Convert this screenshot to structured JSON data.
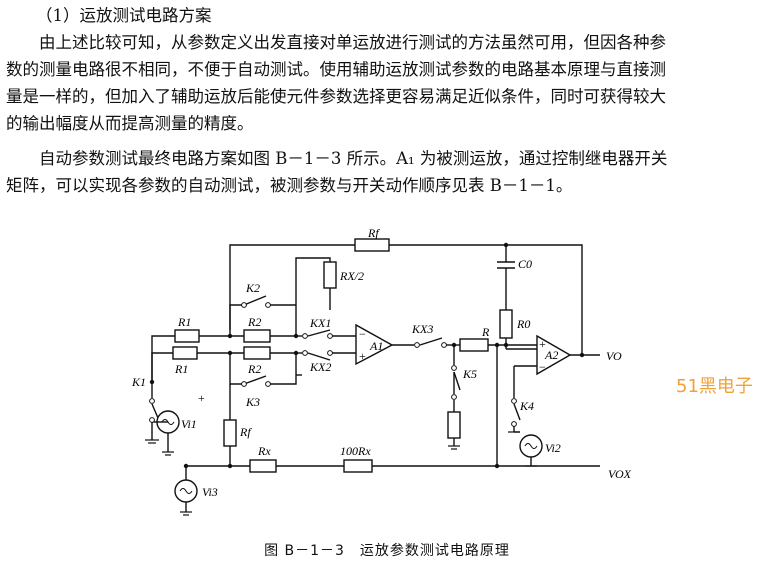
{
  "section_heading": "（1）运放测试电路方案",
  "paragraph1_lines": [
    "　　由上述比较可知，从参数定义出发直接对单运放进行测试的方法虽然可用，但因各种参",
    "数的测量电路很不相同，不便于自动测试。使用辅助运放测试参数的电路基本原理与直接测",
    "量是一样的，但加入了辅助运放后能使元件参数选择更容易满足近似条件，同时可获得较大",
    "的输出幅度从而提高测量的精度。"
  ],
  "paragraph2_lines": [
    "　　自动参数测试最终电路方案如图 B－1－3 所示。A₁ 为被测运放，通过控制继电器开关",
    "矩阵，可以实现各参数的自动测试，被测参数与开关动作顺序见表 B－1－1。"
  ],
  "figure_caption": "图 B－1－3　运放参数测试电路原理",
  "watermark": "51黑电子",
  "circuit_labels": {
    "rf_top": "Rf",
    "c0": "C0",
    "r0": "R0",
    "rx2": "RX/2",
    "k2_top": "K2",
    "r1_top": "R1",
    "r2_top": "R2",
    "kx1": "KX1",
    "a1": "A1",
    "kx3": "KX3",
    "r": "R",
    "a2": "A2",
    "vo": "VO",
    "r1_bot": "R1",
    "r2_bot": "R2",
    "kx2": "KX2",
    "k1": "K1",
    "plus": "+",
    "k3": "K3",
    "k5": "K5",
    "k4": "K4",
    "vi1": "Vi1",
    "rf_mid": "Rf",
    "vi2": "Vi2",
    "rx": "Rx",
    "r100x": "100Rx",
    "vox": "VOX",
    "vi3": "Vi3",
    "a1_minus": "−",
    "a1_plus": "+",
    "a2_plus": "+",
    "a2_minus": "−"
  }
}
